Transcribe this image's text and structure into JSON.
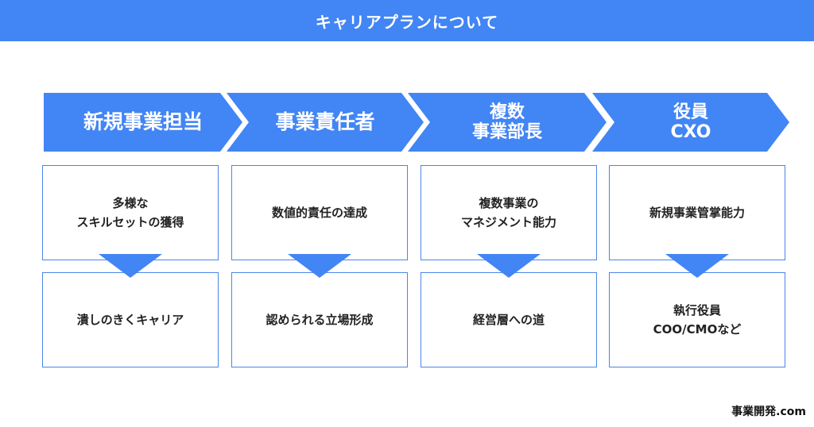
{
  "header": {
    "title": "キャリアプランについて"
  },
  "colors": {
    "accent": "#4285f4",
    "box_border": "#4a86e8",
    "text": "#222222"
  },
  "stages": [
    {
      "label_lines": [
        "新規事業担当"
      ]
    },
    {
      "label_lines": [
        "事業責任者"
      ]
    },
    {
      "label_lines": [
        "複数",
        "事業部長"
      ]
    },
    {
      "label_lines": [
        "役員",
        "CXO"
      ]
    }
  ],
  "columns": [
    {
      "upper_lines": [
        "多様な",
        "スキルセットの獲得"
      ],
      "lower_lines": [
        "潰しのきくキャリア"
      ]
    },
    {
      "upper_lines": [
        "数値的責任の達成"
      ],
      "lower_lines": [
        "認められる立場形成"
      ]
    },
    {
      "upper_lines": [
        "複数事業の",
        "マネジメント能力"
      ],
      "lower_lines": [
        "経営層への道"
      ]
    },
    {
      "upper_lines": [
        "新規事業管掌能力"
      ],
      "lower_lines": [
        "執行役員",
        "COO/CMOなど"
      ]
    }
  ],
  "watermark": {
    "text": "事業開発.com"
  }
}
